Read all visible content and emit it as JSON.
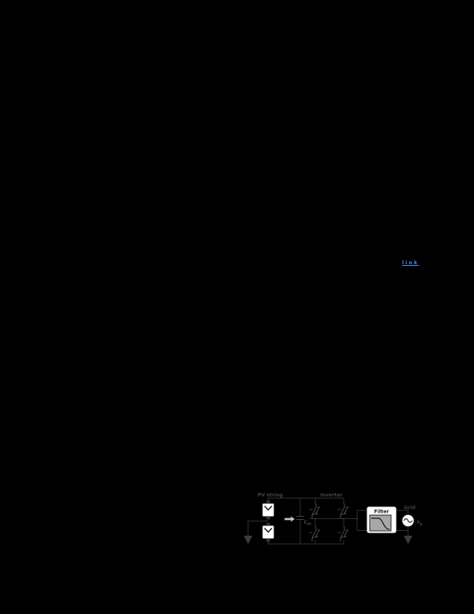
{
  "page": {
    "background_color": "#000000",
    "note_colors": {
      "link_blue": "#4d8ef0",
      "figure_stroke": "#332d2f",
      "figure_glyph": "#4a4143",
      "figure_label": "#4b4143",
      "filter_panel_gray": "#a9a7a8",
      "shape_fill_white": "#ffffff",
      "shape_ink_black": "#161414"
    }
  },
  "hyperlink": {
    "text": "link"
  },
  "figure": {
    "labels": {
      "pv_string": "PV string",
      "inverter": "Inverter",
      "filter": "Filter",
      "grid": "Grid",
      "dc_link_main": "C",
      "dc_link_sub": "dc",
      "grid_voltage_main": "v",
      "grid_voltage_sub": "g"
    }
  }
}
